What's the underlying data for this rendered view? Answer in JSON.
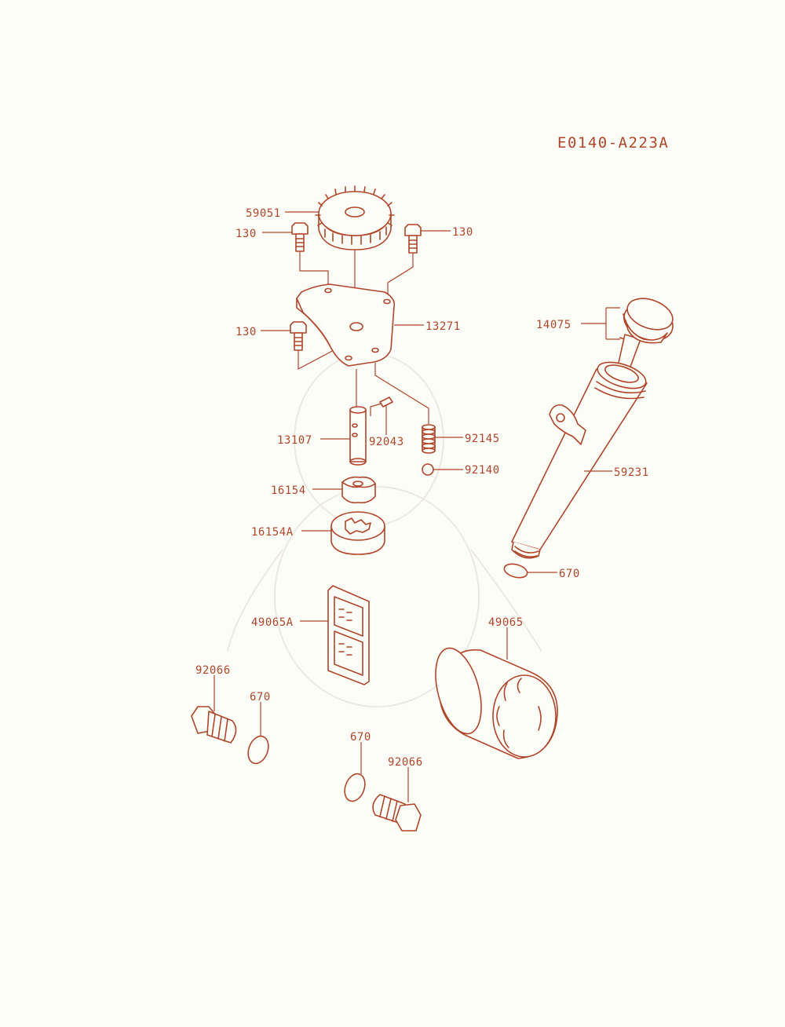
{
  "diagram_code": "E0140-A223A",
  "colors": {
    "line": "#b0452a",
    "background": "#fdfdf8"
  },
  "labels": {
    "l59051": "59051",
    "l130a": "130",
    "l130b": "130",
    "l130c": "130",
    "l13271": "13271",
    "l14075": "14075",
    "l13107": "13107",
    "l92043": "92043",
    "l92145": "92145",
    "l92140": "92140",
    "l16154": "16154",
    "l16154A": "16154A",
    "l59231": "59231",
    "l670a": "670",
    "l49065A": "49065A",
    "l49065": "49065",
    "l92066a": "92066",
    "l670b": "670",
    "l670c": "670",
    "l92066b": "92066"
  }
}
